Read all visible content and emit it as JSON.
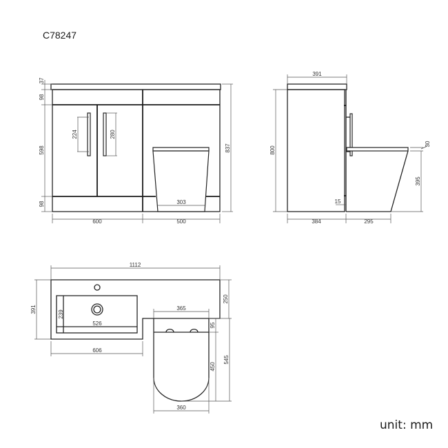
{
  "header": {
    "product_code": "C78247"
  },
  "footer": {
    "unit_label": "unit: mm"
  },
  "front_view": {
    "dimensions": {
      "countertop_thickness": "37",
      "top_drawer_height": "98",
      "door_height": "598",
      "plinth_height": "98",
      "total_height": "837",
      "handle_left_spacing": "224",
      "handle_right_length": "280",
      "toilet_base_width": "303",
      "vanity_width": "600",
      "toilet_unit_width": "500"
    }
  },
  "side_view": {
    "dimensions": {
      "depth_top": "391",
      "unit_height": "800",
      "seat_thickness": "30",
      "toilet_height": "395",
      "panel_gap": "15",
      "unit_depth": "384",
      "toilet_projection": "295"
    }
  },
  "plan_view": {
    "dimensions": {
      "total_width": "1112",
      "basin_depth": "391",
      "basin_inner_depth": "239",
      "basin_inner_width": "526",
      "vanity_width": "606",
      "step_depth": "250",
      "toilet_width_top": "365",
      "cistern_depth": "95",
      "bowl_length": "450",
      "toilet_total_length": "545",
      "bowl_width": "360"
    }
  }
}
